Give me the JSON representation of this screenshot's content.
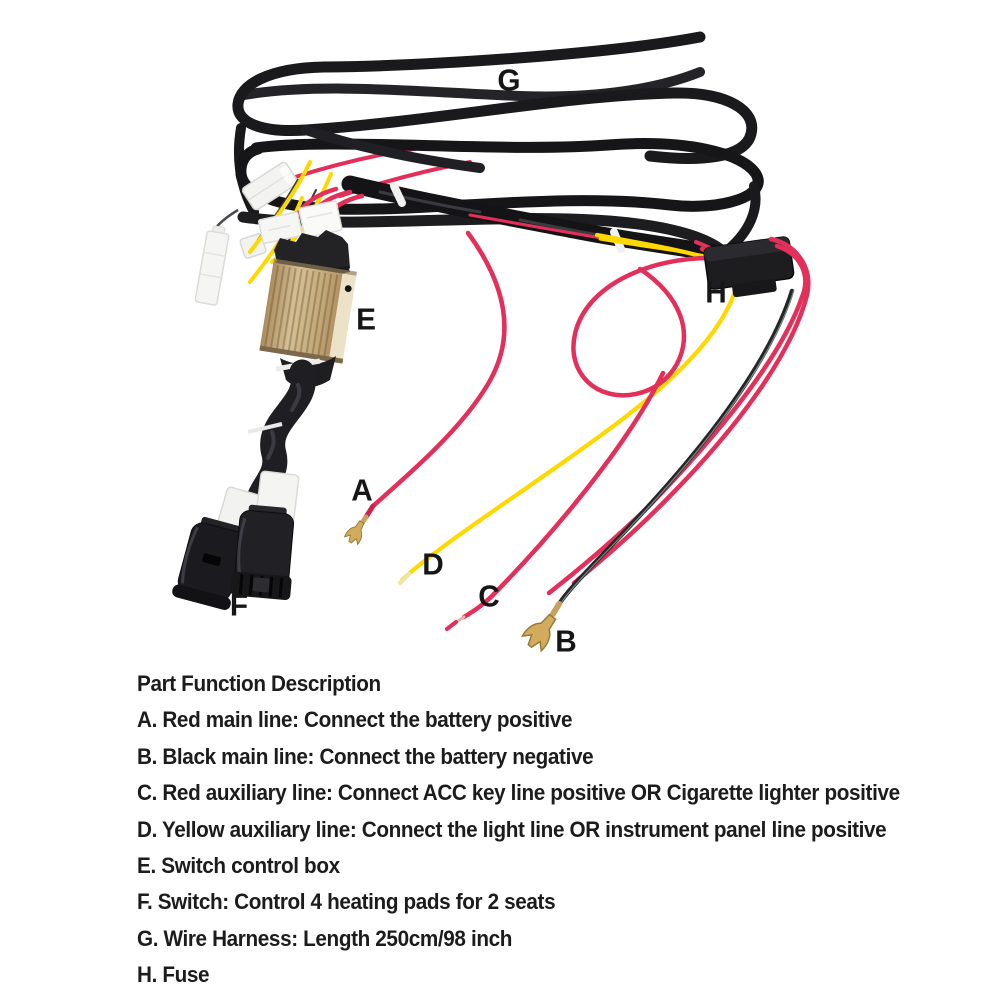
{
  "photo": {
    "subject": "car seat heater wiring harness kit with labeled parts",
    "labels": {
      "A": "A",
      "B": "B",
      "C": "C",
      "D": "D",
      "E": "E",
      "F": "F",
      "G": "G",
      "H": "H"
    },
    "colors": {
      "wire_red": "#e3305a",
      "wire_yellow": "#ffd800",
      "wire_black": "#26262a",
      "harness_sleeve_black": "#1b1b1e",
      "control_box_gold": "#c9ad82",
      "terminal_gold": "#d3ab5f",
      "connector_white": "#f4f4f2"
    }
  },
  "description": {
    "title": "Part Function Description",
    "items": [
      "A. Red main line: Connect the battery positive",
      "B. Black main line: Connect the battery negative",
      "C. Red auxiliary line: Connect ACC key line positive OR Cigarette lighter positive",
      "D. Yellow auxiliary line: Connect the light line OR instrument panel line positive",
      "E. Switch control box",
      "F. Switch: Control 4 heating pads for 2 seats",
      "G. Wire Harness: Length 250cm/98 inch",
      "H. Fuse"
    ]
  }
}
